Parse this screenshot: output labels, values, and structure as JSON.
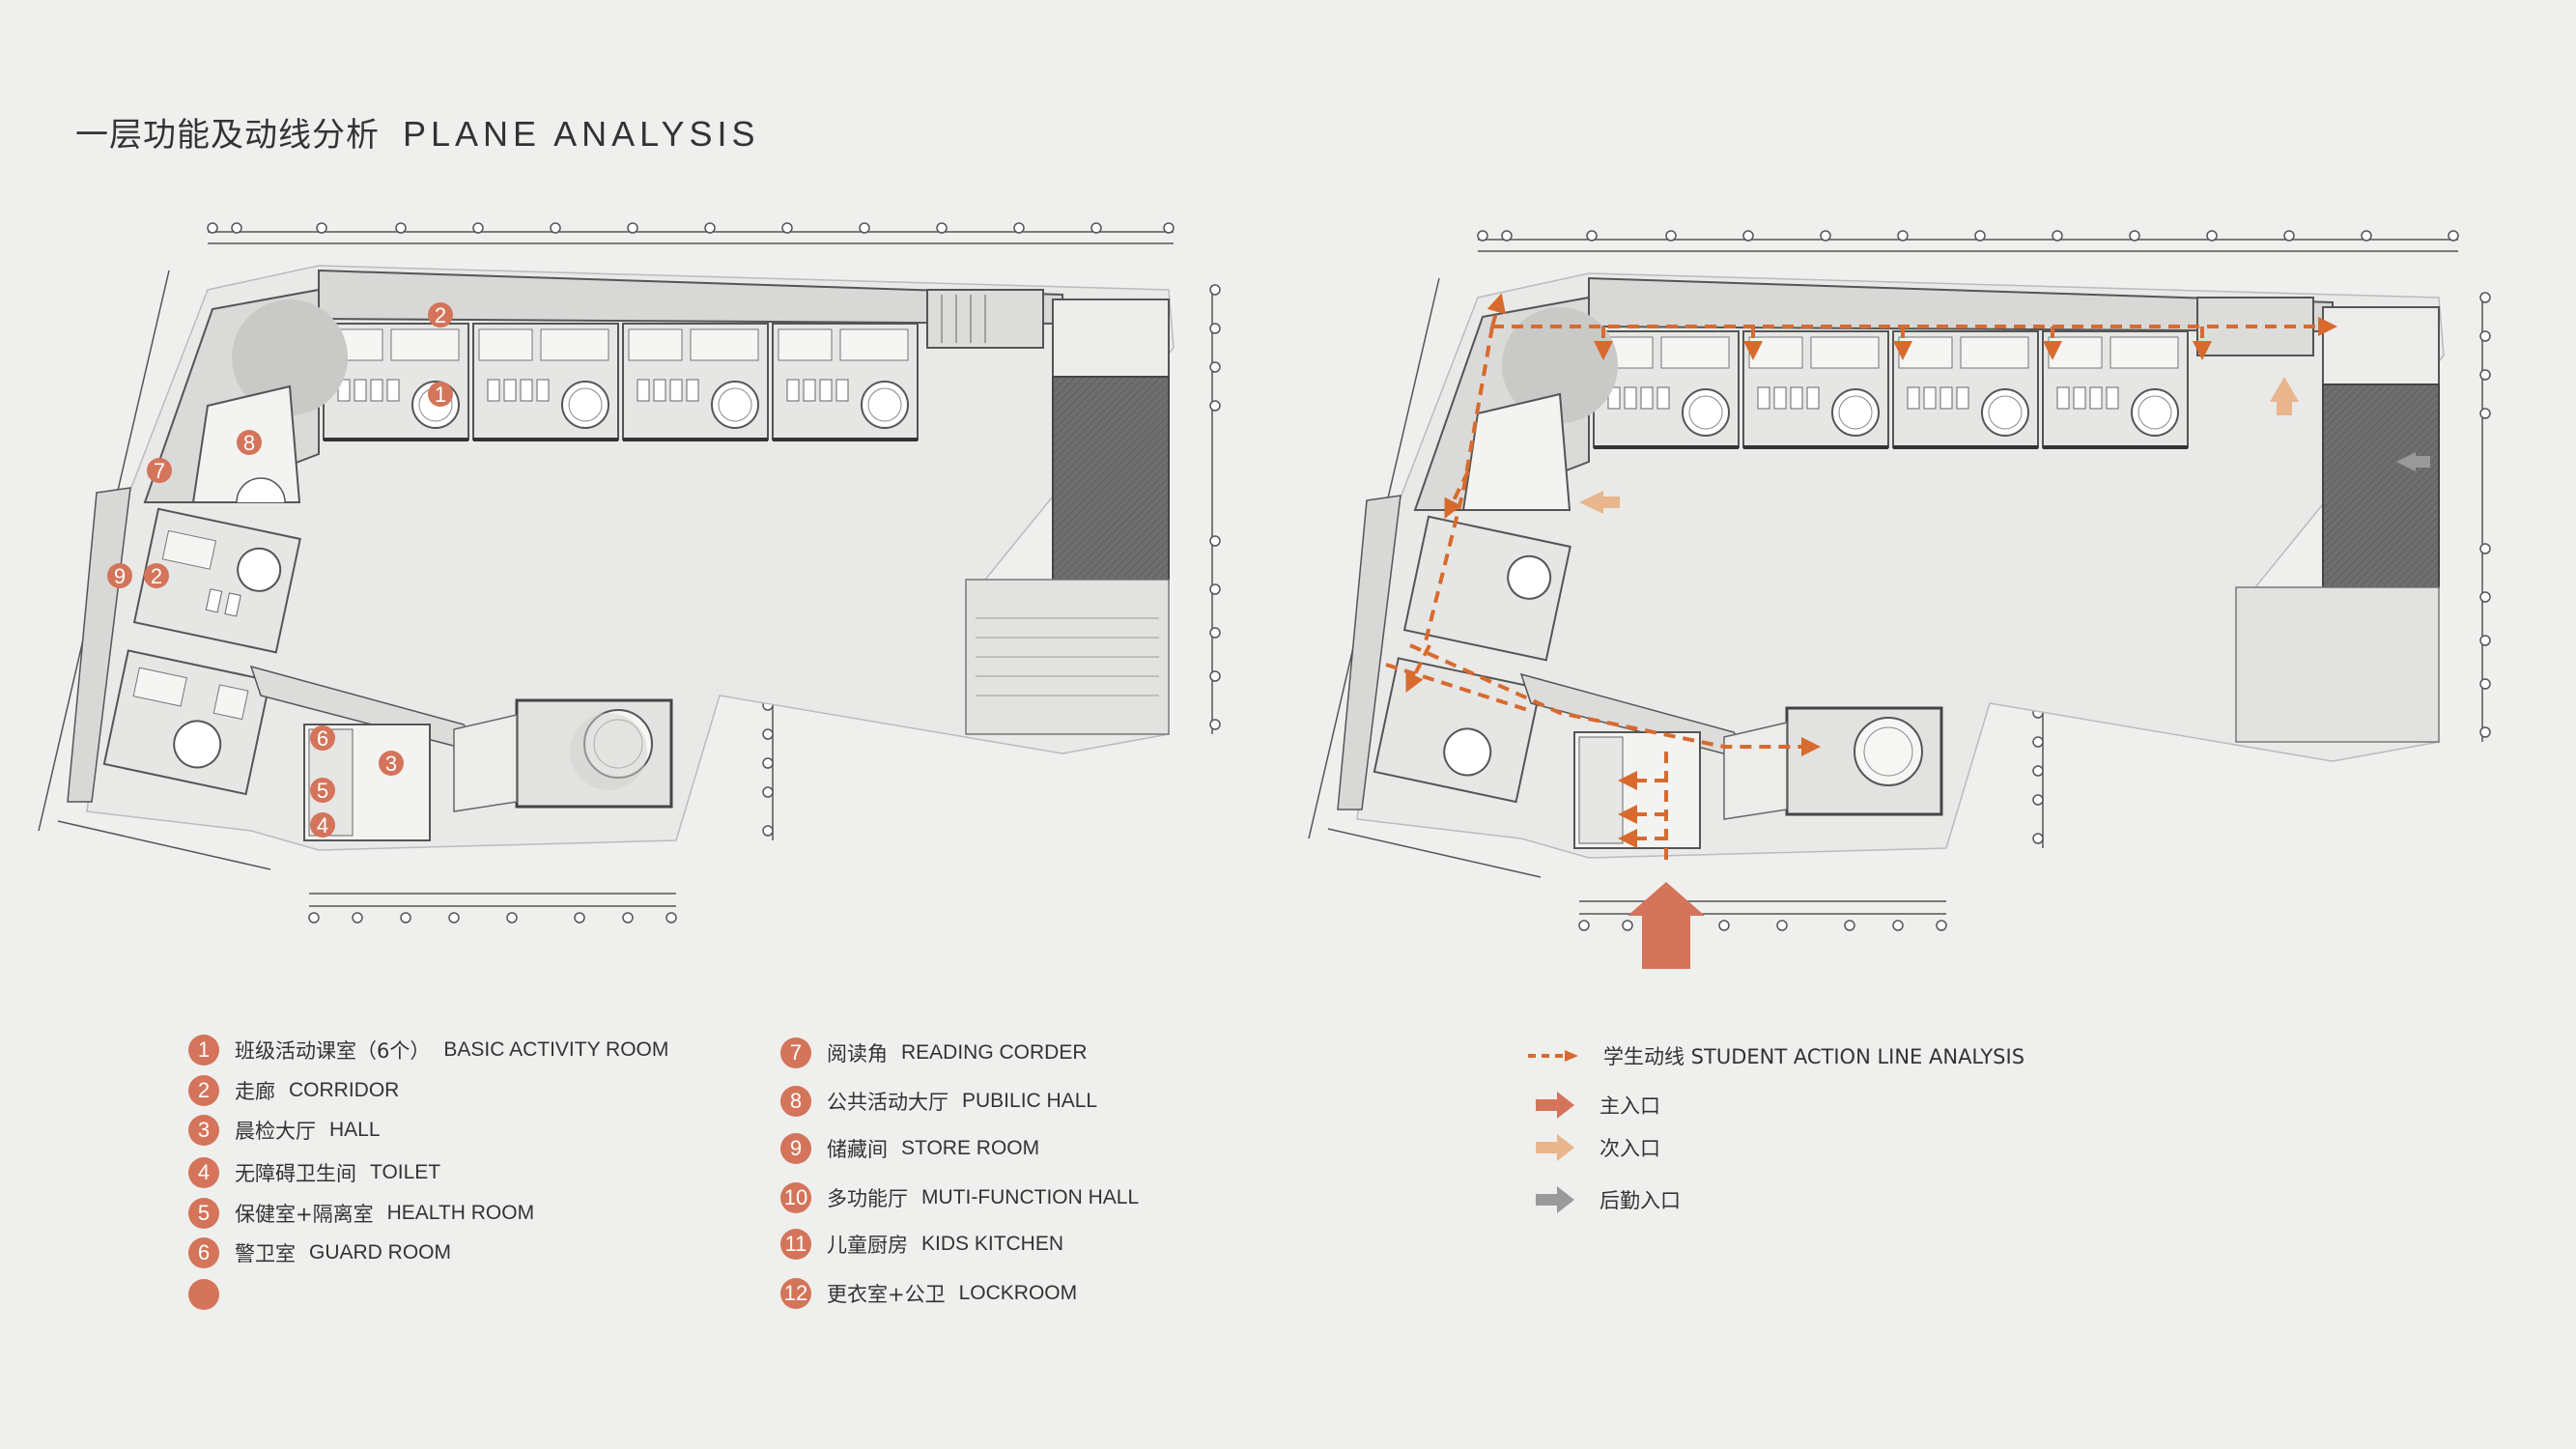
{
  "title": {
    "zh": "一层功能及动线分析",
    "en": "PLANE ANALYSIS"
  },
  "colors": {
    "accent": "#d4745a",
    "flow_line": "#d86a2e",
    "secondary_entry": "#e8b58c",
    "service_entry": "#9a9a9a",
    "background": "#efefed"
  },
  "plan_labels": [
    "1",
    "2",
    "3",
    "4",
    "5",
    "6",
    "7",
    "8",
    "9"
  ],
  "legend_left": [
    {
      "num": "1",
      "zh": "班级活动课室（6个）",
      "en": "BASIC  ACTIVITY    ROOM"
    },
    {
      "num": "2",
      "zh": "走廊",
      "en": "CORRIDOR"
    },
    {
      "num": "3",
      "zh": "晨检大厅",
      "en": "HALL"
    },
    {
      "num": "4",
      "zh": "无障碍卫生间",
      "en": "TOILET"
    },
    {
      "num": "5",
      "zh": "保健室+隔离室",
      "en": "HEALTH ROOM"
    },
    {
      "num": "6",
      "zh": "警卫室",
      "en": "GUARD ROOM"
    },
    {
      "num": "",
      "zh": "",
      "en": ""
    }
  ],
  "legend_right": [
    {
      "num": "7",
      "zh": "阅读角",
      "en": "READING CORDER"
    },
    {
      "num": "8",
      "zh": "公共活动大厅",
      "en": "PUBILIC HALL"
    },
    {
      "num": "9",
      "zh": "储藏间",
      "en": "STORE ROOM"
    },
    {
      "num": "10",
      "zh": "多功能厅",
      "en": "MUTI-FUNCTION HALL"
    },
    {
      "num": "11",
      "zh": "儿童厨房",
      "en": "KIDS KITCHEN"
    },
    {
      "num": "12",
      "zh": "更衣室+公卫",
      "en": "LOCKROOM"
    }
  ],
  "flow_legend": [
    {
      "icon": "dashed-arrow-icon",
      "label": "学生动线 STUDENT  ACTION  LINE  ANALYSIS"
    },
    {
      "icon": "main-entry-arrow-icon",
      "label": "主入口"
    },
    {
      "icon": "secondary-entry-arrow-icon",
      "label": "次入口"
    },
    {
      "icon": "service-entry-arrow-icon",
      "label": "后勤入口"
    }
  ]
}
